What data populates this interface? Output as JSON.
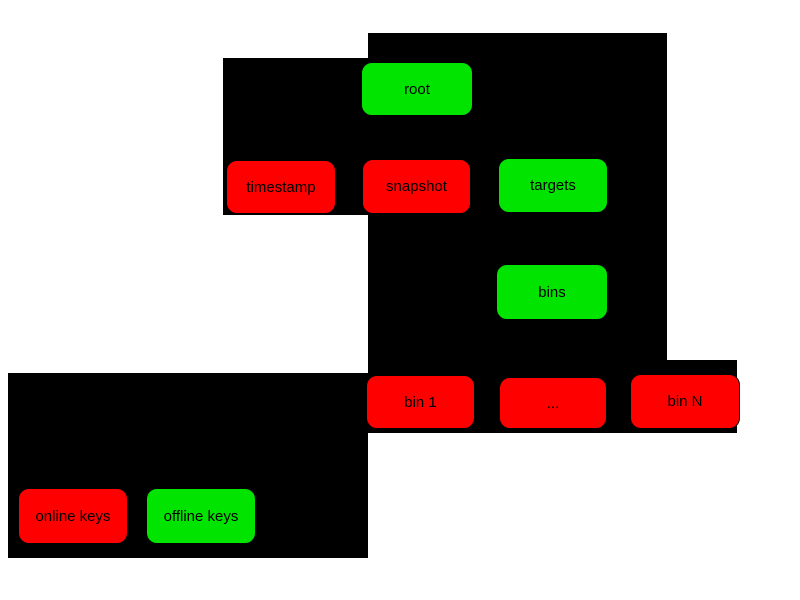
{
  "colors": {
    "online": "#ff0000",
    "offline": "#00e400",
    "panel": "#000000",
    "background": "#ffffff",
    "text": "#000000"
  },
  "nodes": [
    {
      "id": "root",
      "label": "root",
      "key_type": "offline"
    },
    {
      "id": "timestamp",
      "label": "timestamp",
      "key_type": "online"
    },
    {
      "id": "snapshot",
      "label": "snapshot",
      "key_type": "online"
    },
    {
      "id": "targets",
      "label": "targets",
      "key_type": "offline"
    },
    {
      "id": "bins",
      "label": "bins",
      "key_type": "offline"
    },
    {
      "id": "bin-1",
      "label": "bin 1",
      "key_type": "online"
    },
    {
      "id": "bin-ellipsis",
      "label": "...",
      "key_type": "online"
    },
    {
      "id": "bin-n",
      "label": "bin N",
      "key_type": "online"
    },
    {
      "id": "online-keys",
      "label": "online keys",
      "key_type": "online"
    },
    {
      "id": "offline-keys",
      "label": "offline keys",
      "key_type": "offline"
    }
  ]
}
